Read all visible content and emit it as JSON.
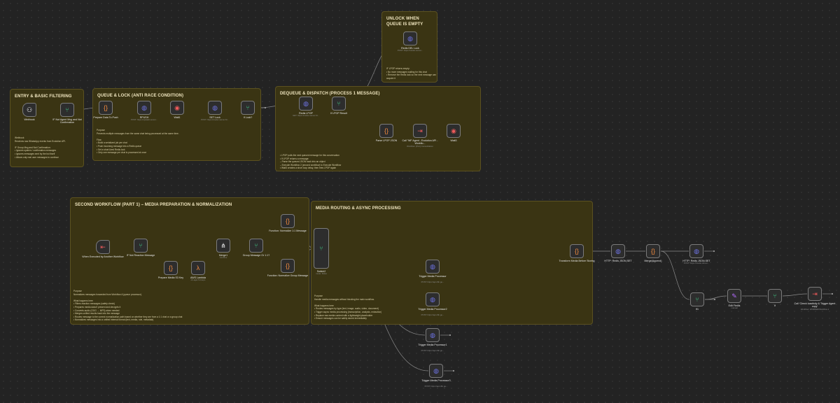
{
  "stickies": {
    "entry": {
      "title": "ENTRY & BASIC FILTERING",
      "text": "Webhook\nReceives raw WhatsApp events from Evolution API.\n\nIF Group Msg and Not Confirmation:\n• Ignores system / confirmation messages\n• Ignores messages sent by the bot itself\n• Allows only real user messages to continue"
    },
    "queue": {
      "title": "QUEUE & LOCK (ANTI RACE CONDITION)",
      "text": "Purpose\nPrevents multiple messages from the same chat being processed at the same time.\n\nFlow\n• Build a serialized job per chat\n• Push incoming message into a Redis queue\n• Set a short-lived Redis lock\n• Only one message per chat is processed at once"
    },
    "dequeue": {
      "title": "DEQUEUE & DISPATCH (PROCESS 1 MESSAGE)",
      "text": "• LPOP pulls the next queued message for this conversation\n• If LPOP returns a message:\n   – Parse the queued JSON back into an object\n   – Execute Workflow 2 (second workflow) to Execute Workflow\n• Wait3 creates a short loop delay, then tries LPOP again"
    },
    "unlock": {
      "title": "UNLOCK WHEN QUEUE IS EMPTY",
      "text": "IF LPOP returns empty:\n• No more messages waiting for this chat\n• Remove the Redis lock so the next message can acquire it"
    },
    "second": {
      "title": "SECOND WORKFLOW (PART 1) – MEDIA PREPARATION & NORMALIZATION",
      "text": "Purpose\nNormalizes messages forwarded from Workflow A (queue processor).\n\nWhat happens here\n• Filters reaction messages (safety check)\n• Prepares media data if present and decrypts it\n• Converts audio (OGG → MP3) when needed\n• Merges unified results back into the message\n• Routes message to the correct normalization path based on whether they are from a 1:1 chat or a group chat\n• Normalizes messages into a unified internal format (text, media, role, metadata)"
    },
    "routing": {
      "title": "MEDIA ROUTING & ASYNC PROCESSING",
      "text": "Purpose\nHandle media messages without blocking the main workflow.\n\nWhat happens here\n• Routes messages by type (text, image, audio, video, document)\n• Trigger async media processing (transcription, analysis, extraction)\n• Replace raw media content with a lightweight placeholder\n• Ensure messages can be safely stored immediately"
    }
  },
  "nodes": [
    {
      "id": "webhook",
      "label": "Webhook",
      "sub": "",
      "icon": "⚇",
      "icon_name": "webhook-icon",
      "cls": "ic-white",
      "round": true
    },
    {
      "id": "if-not-agent",
      "label": "IF Not Agent Msg and Not Confirmation",
      "sub": "",
      "icon": "⑂",
      "icon_name": "if-branch-icon",
      "cls": "ic-green"
    },
    {
      "id": "prepare-push",
      "label": "Prepare Data To Push",
      "sub": "",
      "icon": "{}",
      "icon_name": "code-icon",
      "cls": "ic-orange"
    },
    {
      "id": "rpush",
      "label": "RPUSH",
      "sub": "POST: https://upstash-server...",
      "icon": "◍",
      "icon_name": "http-globe-icon",
      "cls": "ic-blue"
    },
    {
      "id": "wait1",
      "label": "Wait1",
      "sub": "",
      "icon": "◉",
      "icon_name": "wait-icon",
      "cls": "ic-red"
    },
    {
      "id": "set-lock",
      "label": "SET Lock",
      "sub": "POST: https://ureder-server-M...",
      "icon": "◍",
      "icon_name": "http-globe-icon",
      "cls": "ic-blue"
    },
    {
      "id": "if-lock",
      "label": "If Lock?",
      "sub": "",
      "icon": "⑂",
      "icon_name": "if-branch-icon",
      "cls": "ic-green"
    },
    {
      "id": "redis-lpop",
      "label": "Redis LPOP",
      "sub": "GET: https://ureder-server-M...",
      "icon": "◍",
      "icon_name": "http-globe-icon",
      "cls": "ic-blue"
    },
    {
      "id": "if-lpop",
      "label": "If LPOP Result",
      "sub": "",
      "icon": "⑂",
      "icon_name": "if-branch-icon",
      "cls": "ic-green"
    },
    {
      "id": "redis-del",
      "label": "Redis DEL Lock",
      "sub": "POST: https://ureder-server...",
      "icon": "◍",
      "icon_name": "http-globe-icon",
      "cls": "ic-blue"
    },
    {
      "id": "parse-lpop",
      "label": "Parse LPOP JSON",
      "sub": "",
      "icon": "{}",
      "icon_name": "code-icon",
      "cls": "ic-orange"
    },
    {
      "id": "call-agent",
      "label": "Call \"WF Agent - Evolution API - Workflo...",
      "sub": "Workflow: [PoC] Consolidation",
      "icon": "⇥",
      "icon_name": "execute-workflow-icon",
      "cls": "ic-red"
    },
    {
      "id": "wait3",
      "label": "Wait3",
      "sub": "",
      "icon": "◉",
      "icon_name": "wait-icon",
      "cls": "ic-red"
    },
    {
      "id": "exec-by-another",
      "label": "When Executed by Another Workflow",
      "sub": "",
      "icon": "⇤",
      "icon_name": "workflow-trigger-icon",
      "cls": "ic-red",
      "round": true
    },
    {
      "id": "if-not-reaction",
      "label": "IF Not Reaction Message",
      "sub": "",
      "icon": "⑂",
      "icon_name": "if-branch-icon",
      "cls": "ic-green"
    },
    {
      "id": "prepare-s3",
      "label": "Prepare Media S3 Key",
      "sub": "",
      "icon": "{}",
      "icon_name": "code-icon",
      "cls": "ic-orange"
    },
    {
      "id": "aws-lambda",
      "label": "AWS Lambda",
      "sub": "ob-aget-fn-Inepo",
      "icon": "λ",
      "icon_name": "lambda-icon",
      "cls": "ic-orange"
    },
    {
      "id": "merge1",
      "label": "Merge1",
      "sub": "combine",
      "icon": "⋔",
      "icon_name": "merge-icon",
      "cls": "ic-white"
    },
    {
      "id": "group-message",
      "label": "Group Message Or 1:1?",
      "sub": "",
      "icon": "⑂",
      "icon_name": "if-branch-icon",
      "cls": "ic-green"
    },
    {
      "id": "fn-normalize-11",
      "label": "Function: Normalize 1:1 Message",
      "sub": "",
      "icon": "{}",
      "icon_name": "code-icon",
      "cls": "ic-orange"
    },
    {
      "id": "fn-normalize-group",
      "label": "Function: Normalize Group Message",
      "sub": "",
      "icon": "{}",
      "icon_name": "code-icon",
      "cls": "ic-orange"
    },
    {
      "id": "switch2",
      "label": "Switch2",
      "sub": "mode: Rules",
      "icon": "⑂",
      "icon_name": "switch-icon",
      "cls": "ic-green",
      "tall": true
    },
    {
      "id": "trigger-media",
      "label": "Trigger Media Processor",
      "sub": "POST: https://api.n8n.ge...",
      "icon": "◍",
      "icon_name": "http-globe-icon",
      "cls": "ic-blue"
    },
    {
      "id": "trigger-media2",
      "label": "Trigger Media Processor2",
      "sub": "POST: https://api.n8n.ge...",
      "icon": "◍",
      "icon_name": "http-globe-icon",
      "cls": "ic-blue"
    },
    {
      "id": "trigger-media1",
      "label": "Trigger Media Processor1",
      "sub": "POST: https://api.n8n.ge...",
      "icon": "◍",
      "icon_name": "http-globe-icon",
      "cls": "ic-blue"
    },
    {
      "id": "trigger-media3",
      "label": "Trigger Media Processor3",
      "sub": "POST: https://api.n8n.ge...",
      "icon": "◍",
      "icon_name": "http-globe-icon",
      "cls": "ic-blue"
    },
    {
      "id": "transform-media",
      "label": "Transform Media Before Storing",
      "sub": "",
      "icon": "{}",
      "icon_name": "code-icon",
      "cls": "ic-orange"
    },
    {
      "id": "http-redis-json",
      "label": "HTTP: Redis JSON.SET",
      "sub": "",
      "icon": "◍",
      "icon_name": "http-globe-icon",
      "cls": "ic-blue"
    },
    {
      "id": "merge-append",
      "label": "Merge(Append)",
      "sub": "",
      "icon": "{}",
      "icon_name": "code-icon",
      "cls": "ic-orange"
    },
    {
      "id": "http-redis-json2",
      "label": "HTTP: Redis JSON.SET",
      "sub": "POST: https://ureder-server...",
      "icon": "◍",
      "icon_name": "http-globe-icon",
      "cls": "ic-blue"
    },
    {
      "id": "if1",
      "label": "If1",
      "sub": "",
      "icon": "⑂",
      "icon_name": "if-branch-icon",
      "cls": "ic-green"
    },
    {
      "id": "edit-fields",
      "label": "Edit Fields",
      "sub": "manual",
      "icon": "✎",
      "icon_name": "edit-pencil-icon",
      "cls": "ic-purple"
    },
    {
      "id": "if2",
      "label": "If",
      "sub": "",
      "icon": "⑂",
      "icon_name": "if-branch-icon",
      "cls": "ic-green"
    },
    {
      "id": "call-check",
      "label": "Call 'Check Inactivity & Trigger Agent copy'",
      "sub": "Workflow: WORKER/Workflow-1",
      "icon": "⇥",
      "icon_name": "execute-workflow-icon",
      "cls": "ic-red"
    }
  ]
}
